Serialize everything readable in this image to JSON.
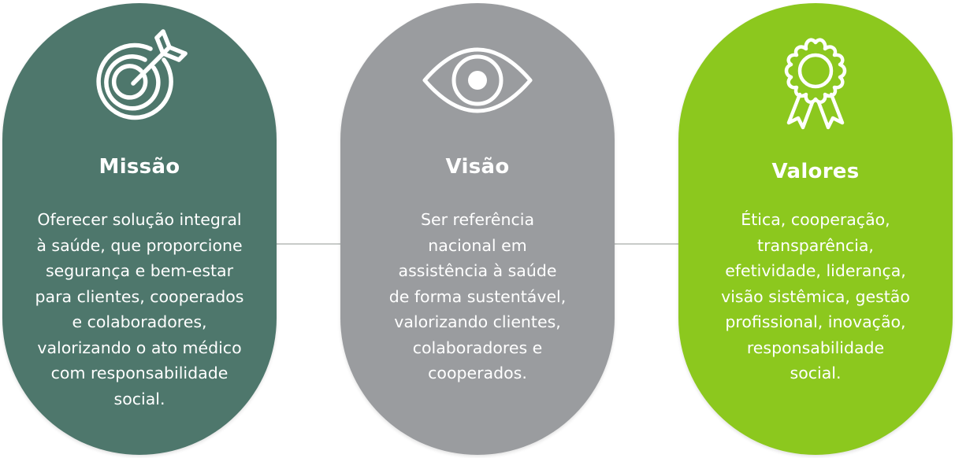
{
  "cards": [
    {
      "title": "Missão",
      "icon": "target-icon",
      "color": "#4e776c",
      "text": "Oferecer solução integral\nà saúde, que proporcione\nsegurança e bem-estar\npara clientes, cooperados\ne colaboradores,\nvalorizando o ato médico\ncom responsabilidade\nsocial."
    },
    {
      "title": "Visão",
      "icon": "eye-icon",
      "color": "#9a9c9f",
      "text": "Ser referência\nnacional em\nassistência à saúde\nde forma sustentável,\nvalorizando clientes,\ncolaboradores e\ncooperados."
    },
    {
      "title": "Valores",
      "icon": "award-ribbon-icon",
      "color": "#8cc81e",
      "text": "Ética, cooperação,\ntransparência,\nefetividade, liderança,\nvisão sistêmica, gestão\nprofissional, inovação,\nresponsabilidade\nsocial."
    }
  ]
}
